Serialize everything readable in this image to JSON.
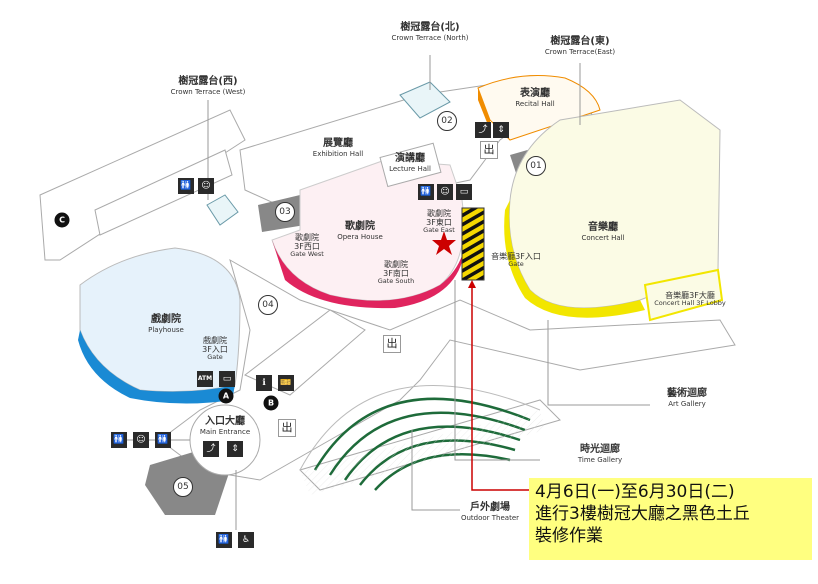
{
  "areas": {
    "crown_terrace_north": {
      "zh": "樹冠露台(北)",
      "en": "Crown Terrace (North)"
    },
    "crown_terrace_east": {
      "zh": "樹冠露台(東)",
      "en": "Crown Terrace(East)"
    },
    "crown_terrace_west": {
      "zh": "樹冠露台(西)",
      "en": "Crown Terrace (West)"
    },
    "recital_hall": {
      "zh": "表演廳",
      "en": "Recital Hall"
    },
    "exhibition_hall": {
      "zh": "展覽廳",
      "en": "Exhibition Hall"
    },
    "lecture_hall": {
      "zh": "演講廳",
      "en": "Lecture Hall"
    },
    "opera_house": {
      "zh": "歌劇院",
      "en": "Opera House"
    },
    "opera_gate_west": {
      "zh1": "歌劇院",
      "zh2": "3F西口",
      "en": "Gate West"
    },
    "opera_gate_south": {
      "zh1": "歌劇院",
      "zh2": "3F南口",
      "en": "Gate South"
    },
    "opera_gate_east": {
      "zh1": "歌劇院",
      "zh2": "3F東口",
      "en": "Gate East"
    },
    "concert_hall": {
      "zh": "音樂廳",
      "en": "Concert Hall"
    },
    "concert_gate": {
      "zh": "音樂廳3F入口",
      "en": "Gate"
    },
    "concert_lobby": {
      "zh": "音樂廳3F大廳",
      "en": "Concert Hall 3F Lobby"
    },
    "playhouse": {
      "zh": "戲劇院",
      "en": "Playhouse"
    },
    "playhouse_gate": {
      "zh1": "戲劇院",
      "zh2": "3F入口",
      "en": "Gate"
    },
    "art_gallery": {
      "zh": "藝術迴廊",
      "en": "Art Gallery"
    },
    "time_gallery": {
      "zh": "時光迴廊",
      "en": "Time Gallery"
    },
    "outdoor_theater": {
      "zh": "戶外劇場",
      "en": "Outdoor Theater"
    },
    "main_entrance": {
      "zh": "入口大廳",
      "en": "Main Entrance"
    }
  },
  "markers": {
    "m01": "01",
    "m02": "02",
    "m03": "03",
    "m04": "04",
    "m05": "05",
    "a": "A",
    "b": "B",
    "c": "C"
  },
  "exit_label": "出",
  "icons": {
    "atm": "ATM",
    "restroom": "🚻",
    "wheelchair": "♿",
    "escalator": "⤴",
    "elevator": "⇕",
    "info": "ℹ",
    "ticket": "🎫",
    "locker": "▭",
    "nursing": "☺"
  },
  "notice": {
    "line1": "4月6日(一)至6月30日(二)",
    "line2": "進行3樓樹冠大廳之黑色土丘",
    "line3": "裝修作業"
  },
  "colors": {
    "opera": "#e0245e",
    "playhouse": "#1a8ad4",
    "concert": "#f2e600",
    "recital": "#f08c00",
    "outdoor": "#1e6b3a",
    "notice_bg": "#ffff80",
    "marker_red": "#cc0000"
  }
}
